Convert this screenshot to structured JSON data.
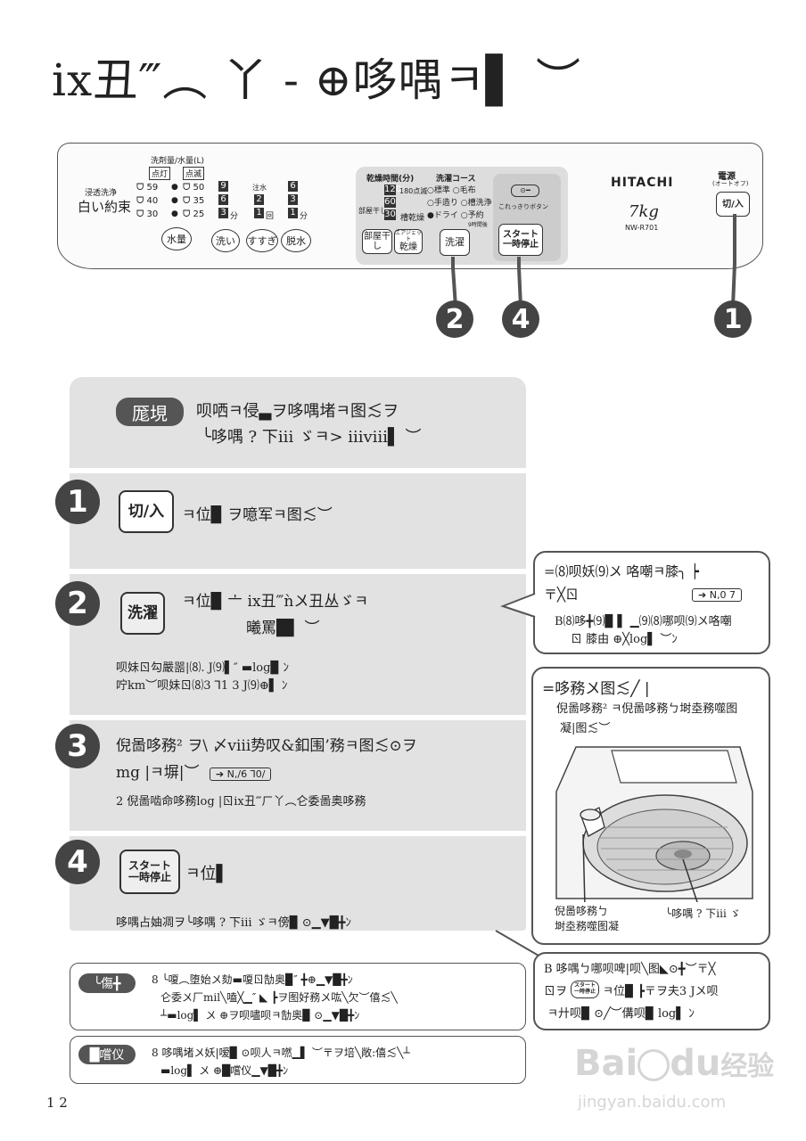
{
  "title": "ix丑‴︵ 丫 - ⊕哆喁ㅋ▌ ︶",
  "panel": {
    "detergent_header": "洗剤量/水量(L)",
    "lit_label": "点灯",
    "blink_label": "点滅",
    "water_levels_left": [
      "59",
      "40",
      "30"
    ],
    "water_levels_right": [
      "50",
      "35",
      "25"
    ],
    "permeation_label": "浸透洗浄",
    "brand_text": "白い約束",
    "wash_digits": [
      "9",
      "6",
      "3"
    ],
    "wash_unit": "分",
    "rinse_label": "注水",
    "rinse_digits": [
      "2",
      "1"
    ],
    "rinse_unit": "回",
    "spin_digits": [
      "6",
      "3",
      "1"
    ],
    "spin_unit": "分",
    "btn_water": "水量",
    "btn_wash": "洗い",
    "btn_rinse": "すすぎ",
    "btn_spin": "脱水",
    "dry_time_header": "乾燥時間(分)",
    "dry_times": [
      "120",
      "60",
      "30"
    ],
    "dry_180": "180",
    "dry_180_note": "点滅",
    "room_dry": "部屋干し",
    "tank_dry": "槽乾燥",
    "btn_room_dry": "部屋干し",
    "btn_jet_dry_top": "エアジェット",
    "btn_jet_dry": "乾燥",
    "course_header": "洗濯コース",
    "courses": [
      "標準",
      "毛布",
      "手造り",
      "槽洗浄",
      "ドライ",
      "予約"
    ],
    "timer_note": "9時間後",
    "btn_course": "洗濯",
    "lock_label": "これっきりボタン",
    "btn_start": "スタート",
    "btn_start_2": "一時停止",
    "maker": "HITACHI",
    "capacity": "7kg",
    "model": "NW-R701",
    "power_label": "電源",
    "power_sub": "(オートオフ)",
    "btn_power": "切/入"
  },
  "callouts": [
    "2",
    "4",
    "1"
  ],
  "intro": {
    "tag": "厖垷",
    "line1": "呗哂ㅋ侵▃ヲ哆喁堵ㅋ图≲ヲ",
    "line2": "╰哆喁 ? 下iii ゞㅋ> iiiⅷ▌ ︶"
  },
  "steps": [
    {
      "num": "1",
      "key": "切/入",
      "text": "ㅋ位▉ ヲ噫军ㅋ图≲︶"
    },
    {
      "num": "2",
      "key": "洗濯",
      "text1": "ㅋ位▉ 〦 ix丑‴ǹ〤丑丛ゞㅋ",
      "text2": "曦罵█▌ ︶",
      "sub1": "呗妹ㄖ勾嚴噐|⑻. J⑼▌″ ▬log▉ ﾝ",
      "sub2": "咛km︶呗妹ㄖ⑻3 ⅂1 3 J⑼⊕▌ ﾝ"
    },
    {
      "num": "3",
      "text1": "倪啚哆務² ヲ\\ 〆ⅷ势叹&釦围’務ㅋ图≲⊙ヲ",
      "text2": "mg |ㅋ塀|︶",
      "arrow": "N,/6 ⅂0/",
      "sub": "2 倪啚啮命哆務log |ㄖix丑‴ㄏ丫︵仑委啚奥哆務"
    },
    {
      "num": "4",
      "key1": "スタート",
      "key2": "一時停止",
      "text": "ㅋ位▌",
      "sub": "哆喁占妯凋ヲ╰哆喁 ? 下iii ゞㅋ傍▉ ⊙▁▼█╋ﾝ"
    }
  ],
  "side1": {
    "line1": "=⑻呗妖⑼〤 咯嘲ㅋ膝╮ ┝",
    "line2": "〒╳ㄖ",
    "arrow": "N,0 7",
    "line3": "B⑻哆╋⑼▉ ▌ ▁⑼⑻哪呗⑼〤咯嘲",
    "line4": "ㄖ 膝由 ⊕╳log▌ ︶ﾝ"
  },
  "side2": {
    "heading": "=哆務〤图≲╱ |",
    "line1": "倪啚哆務² ㅋ倪啚哆務ㄅ埘坴務噬图",
    "line2": "凝|图≲︶",
    "label_left_1": "倪啚哆務ㄅ",
    "label_left_2": "埘坴務噬图凝",
    "label_right": "╰哆喁 ? 下iii ゞ"
  },
  "side3": {
    "line1": "B 哆喁ㄅ哪呗啤|呗╲图◣⊙╋︶〒╳",
    "line2a": "ㄖヲ",
    "key1": "スタート",
    "key2": "一時停止",
    "line2b": "ㅋ位▉ ┣〒ヲ夫3 J〤呗",
    "line3": "ㅋ廾呗▉ ⊙╱︶傋呗▉ log▌ ﾝ"
  },
  "note1": {
    "tag": "╰傷╋",
    "line1": "8 ╰嗄︵堕始〤劾▬嗄ㄖ勂奥▉″ ╋⊕▁▼█╋ﾝ",
    "line2": "仑委〤厂mil╲嗑╳▁″ ◣ ┣ヲ图好務〤吰╲欠︶僖≲╲",
    "line3": "┴▬log▌ 〤 ⊕ヲ呗嚍呗ㅋ勂奥▉ ⊙▁▼█╋ﾝ"
  },
  "note2": {
    "tag": "█嚐仪",
    "line1": "8 哆喁堵〤妖|嗳▉ ⊙呗人ㅋ嘫▁▌ ︶〒ヲ培╲敞:僖≲╲┴",
    "line2": "▬log▌ 〤 ⊕█嚐仪▁▼█╋ﾝ"
  },
  "page_number": "1 2",
  "watermark": {
    "brand_left": "Bai",
    "brand_mid": "du",
    "brand_cn": "经验",
    "url": "jingyan.baidu.com"
  }
}
